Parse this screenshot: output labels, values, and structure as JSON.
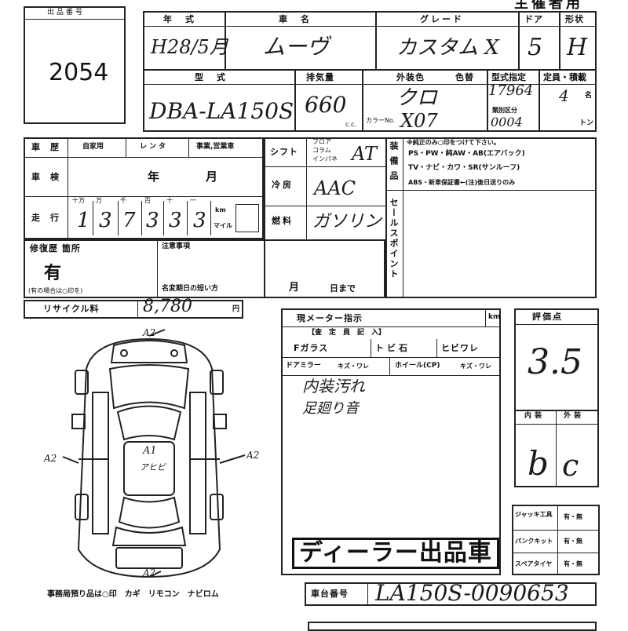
{
  "header": {
    "top_title": "主催者用"
  },
  "lot": {
    "label": "出品番号",
    "number": "2054"
  },
  "car": {
    "year_label": "年　式",
    "year_value": "H28/5月",
    "name_label": "車　名",
    "name_value": "ムーヴ",
    "grade_label": "グレード",
    "grade_value": "カスタム X",
    "door_label": "ドア",
    "door_value": "5",
    "shape_label": "形状",
    "shape_value": "H",
    "model_label": "型　式",
    "model_value": "DBA-LA150S",
    "displacement_label": "排気量",
    "displacement_value": "660",
    "displacement_unit": "c.c.",
    "ext_color_label": "外装色",
    "ext_color_value": "クロ",
    "color_no_label": "カラーNo.",
    "color_no_value": "X07",
    "paint_label": "色替",
    "type_designation_label": "型式指定",
    "type_designation_value": "17964",
    "category_label": "類別区分",
    "category_value": "0004",
    "capacity_label": "定員・積載",
    "capacity_value": "4",
    "capacity_unit": "名",
    "load_unit": "トン"
  },
  "history": {
    "label": "車　歴",
    "options": [
      "自家用",
      "レンタ",
      "事業,営業車"
    ],
    "inspection_label": "車　検",
    "inspection_year": "年",
    "inspection_month": "月",
    "mileage_label": "走　行",
    "mileage_units": [
      "十万",
      "万",
      "千",
      "百",
      "十",
      "一"
    ],
    "mileage_digits": [
      "1",
      "3",
      "7",
      "3",
      "3",
      "3"
    ],
    "km_label": "km",
    "mile_label": "マイル"
  },
  "equip": {
    "shift_label": "シフト",
    "shift_options": [
      "フロア",
      "コラム",
      "インパネ"
    ],
    "shift_value": "AT",
    "ac_label": "冷房",
    "ac_value": "AAC",
    "fuel_label": "燃料",
    "fuel_value": "ガソリン",
    "equipment_label": "装備品",
    "equip_note": "※純正のみ○印をつけて下さい。",
    "equip_line1": "PS・PW・純AW・AB(エアバック)",
    "equip_line2": "TV・ナビ・カワ・SR(サンルーフ)",
    "equip_line3": "ABS・新車保証書←(注)後日送りのみ",
    "sales_point_label": "セールスポイント"
  },
  "repair": {
    "label": "修復歴 箇所",
    "value": "有",
    "note": "(有の場合は○印を)"
  },
  "notes": {
    "label": "注意事項",
    "short_change_label": "名変期日の短い方",
    "month": "月",
    "day": "日まで"
  },
  "recycle": {
    "label": "リサイクル料",
    "value": "8,780",
    "unit": "円"
  },
  "meter": {
    "label": "現メーター指示",
    "unit": "km"
  },
  "inspector": {
    "title": "【査　定　員　記　入】",
    "f_glass_label": "Fガラス",
    "tobiishi_label": "トビ石",
    "hibiware_label": "ヒビワレ",
    "door_mirror_label": "ドアミラー",
    "kizu_ware_1": "キズ・ワレ",
    "wheel_label": "ホイール(CP)",
    "kizu_ware_2": "キズ・ワレ",
    "comment_1": "内装汚れ",
    "comment_2": "足廻り音",
    "stamp": "ディーラー出品車"
  },
  "rating": {
    "label": "評価点",
    "value": "3.5",
    "interior_label": "内装",
    "exterior_label": "外装",
    "interior_value": "b",
    "exterior_value": "c"
  },
  "tools": [
    {
      "label": "ジャッキ工具",
      "value": "有・無"
    },
    {
      "label": "パンクキット",
      "value": "有・無"
    },
    {
      "label": "スペアタイヤ",
      "value": "有・無"
    }
  ],
  "chassis": {
    "label": "車台番号",
    "value": "LA150S-0090653"
  },
  "diagram": {
    "marks": [
      "A2",
      "A2",
      "A2",
      "A2"
    ],
    "center_note_1": "A1",
    "center_note_2": "アヒビ",
    "footer": "事務局預り品は○印　カギ　リモコン　ナビロム"
  }
}
